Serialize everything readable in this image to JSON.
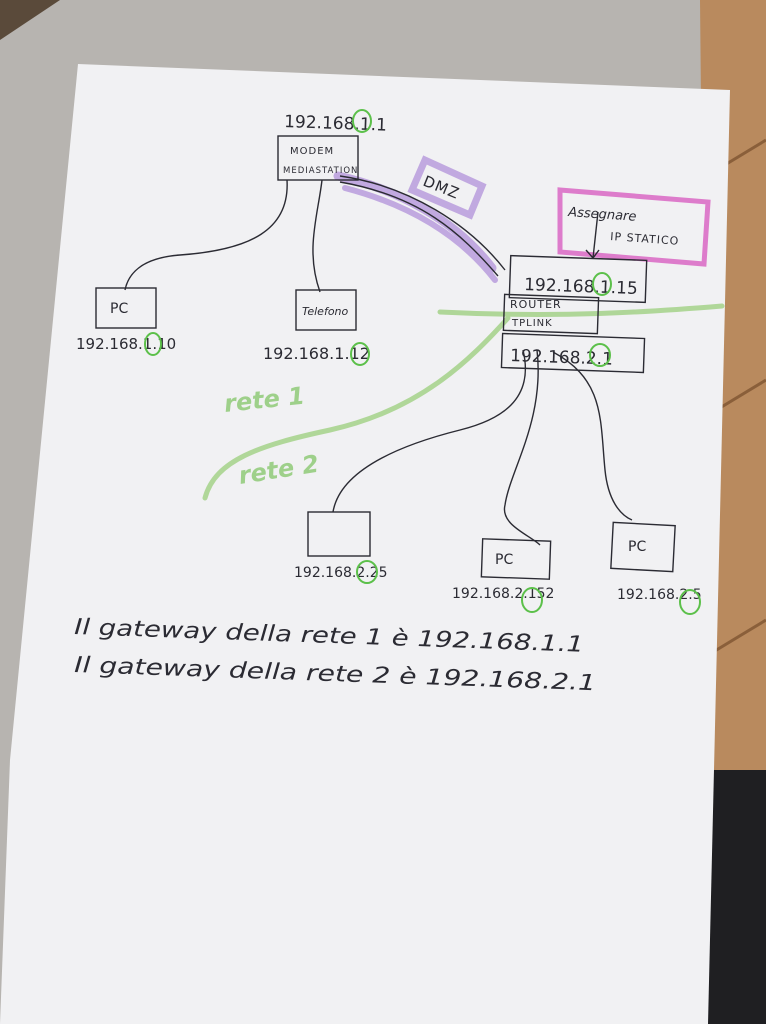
{
  "modem": {
    "ip_prefix": "192.168.",
    "ip_subnet": "1",
    "ip_suffix": ".1",
    "label_line1": "MODEM",
    "label_line2": "MEDIASTATION"
  },
  "dmz": {
    "label": "DMZ"
  },
  "note": {
    "line1": "Assegnare",
    "line2": "IP STATICO"
  },
  "router": {
    "wan_ip_prefix": "192.168.",
    "wan_ip_subnet": "1",
    "wan_ip_suffix": ".15",
    "label_line1": "ROUTER",
    "label_line2": "TPLINK",
    "lan_ip_prefix": "192.168.",
    "lan_ip_subnet": "2",
    "lan_ip_suffix": ".1"
  },
  "network_labels": {
    "rete1": "rete 1",
    "rete2": "rete 2"
  },
  "devices": {
    "pc1": {
      "label": "PC",
      "ip_prefix": "192.168.",
      "ip_subnet": "1",
      "ip_suffix": ".10"
    },
    "phone": {
      "label": "Telefono",
      "ip_prefix": "192.168.",
      "ip_subnet": "1",
      "ip_suffix": ".12"
    },
    "dev_blank": {
      "label": "",
      "ip_prefix": "192.168.",
      "ip_subnet": "2",
      "ip_suffix": ".25"
    },
    "pc2": {
      "label": "PC",
      "ip_prefix": "192.168.",
      "ip_subnet": "2",
      "ip_suffix": ".152"
    },
    "pc3": {
      "label": "PC",
      "ip_prefix": "192.168.",
      "ip_subnet": "2",
      "ip_suffix": ".5"
    }
  },
  "gateways": {
    "line1": "Il gateway della rete 1 è 192.168.1.1",
    "line2": "Il gateway della rete 2 è 192.168.2.1"
  },
  "colors": {
    "ink": "#2b2b33",
    "subnet_circle": "#5cc04a",
    "network_line": "#a8d48f",
    "dmz": "#9b6fd1",
    "note_frame": "#d85fc0"
  }
}
